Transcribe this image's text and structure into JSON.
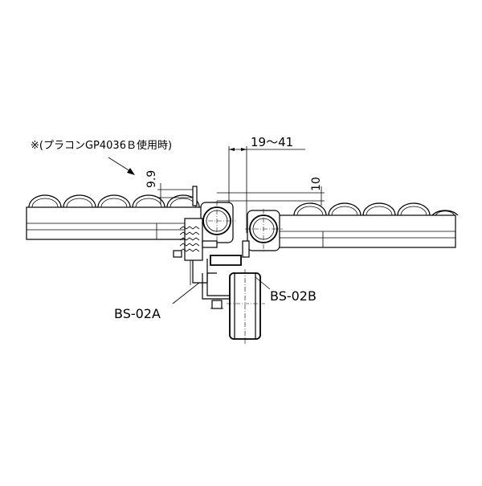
{
  "note": "※(プラコンGP4036Ｂ使用時)",
  "dimensions": {
    "range": "19～41",
    "height_left": "9.9",
    "height_right": "10"
  },
  "labels": {
    "part_a": "BS-02A",
    "part_b": "BS-02B"
  }
}
